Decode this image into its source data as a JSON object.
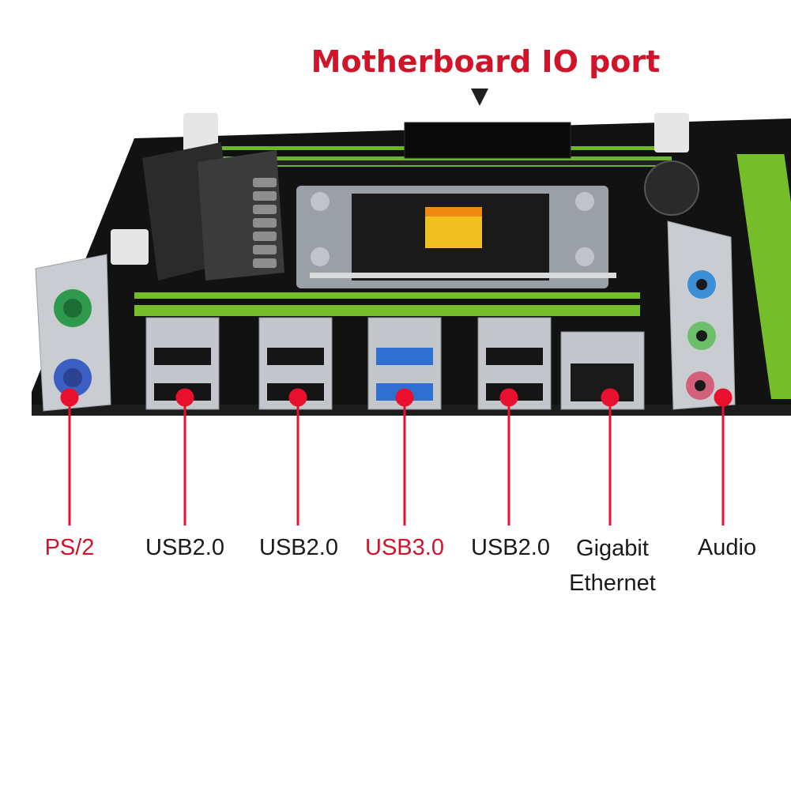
{
  "title": "Motherboard IO port",
  "colors": {
    "accent_red": "#d2142a",
    "pcb_black": "#121212",
    "pcb_green": "#7cc12c",
    "metal": "#c8ccd0",
    "usb3_blue": "#2f6fd0",
    "audio_blue": "#3c8fd4",
    "audio_green": "#6dbf6a",
    "audio_pink": "#d2607a"
  },
  "ports": [
    {
      "label": "PS/2",
      "highlight": true,
      "icon": "ps2-port-icon"
    },
    {
      "label": "USB2.0",
      "highlight": false,
      "icon": "usb-port-icon"
    },
    {
      "label": "USB2.0",
      "highlight": false,
      "icon": "usb-port-icon"
    },
    {
      "label": "USB3.0",
      "highlight": true,
      "icon": "usb3-port-icon"
    },
    {
      "label": "USB2.0",
      "highlight": false,
      "icon": "usb-port-icon"
    },
    {
      "label": "Gigabit Ethernet",
      "highlight": false,
      "icon": "ethernet-port-icon"
    },
    {
      "label": "Audio",
      "highlight": false,
      "icon": "audio-jack-icon"
    }
  ],
  "cpu_socket_sticker": "warning-sticker"
}
